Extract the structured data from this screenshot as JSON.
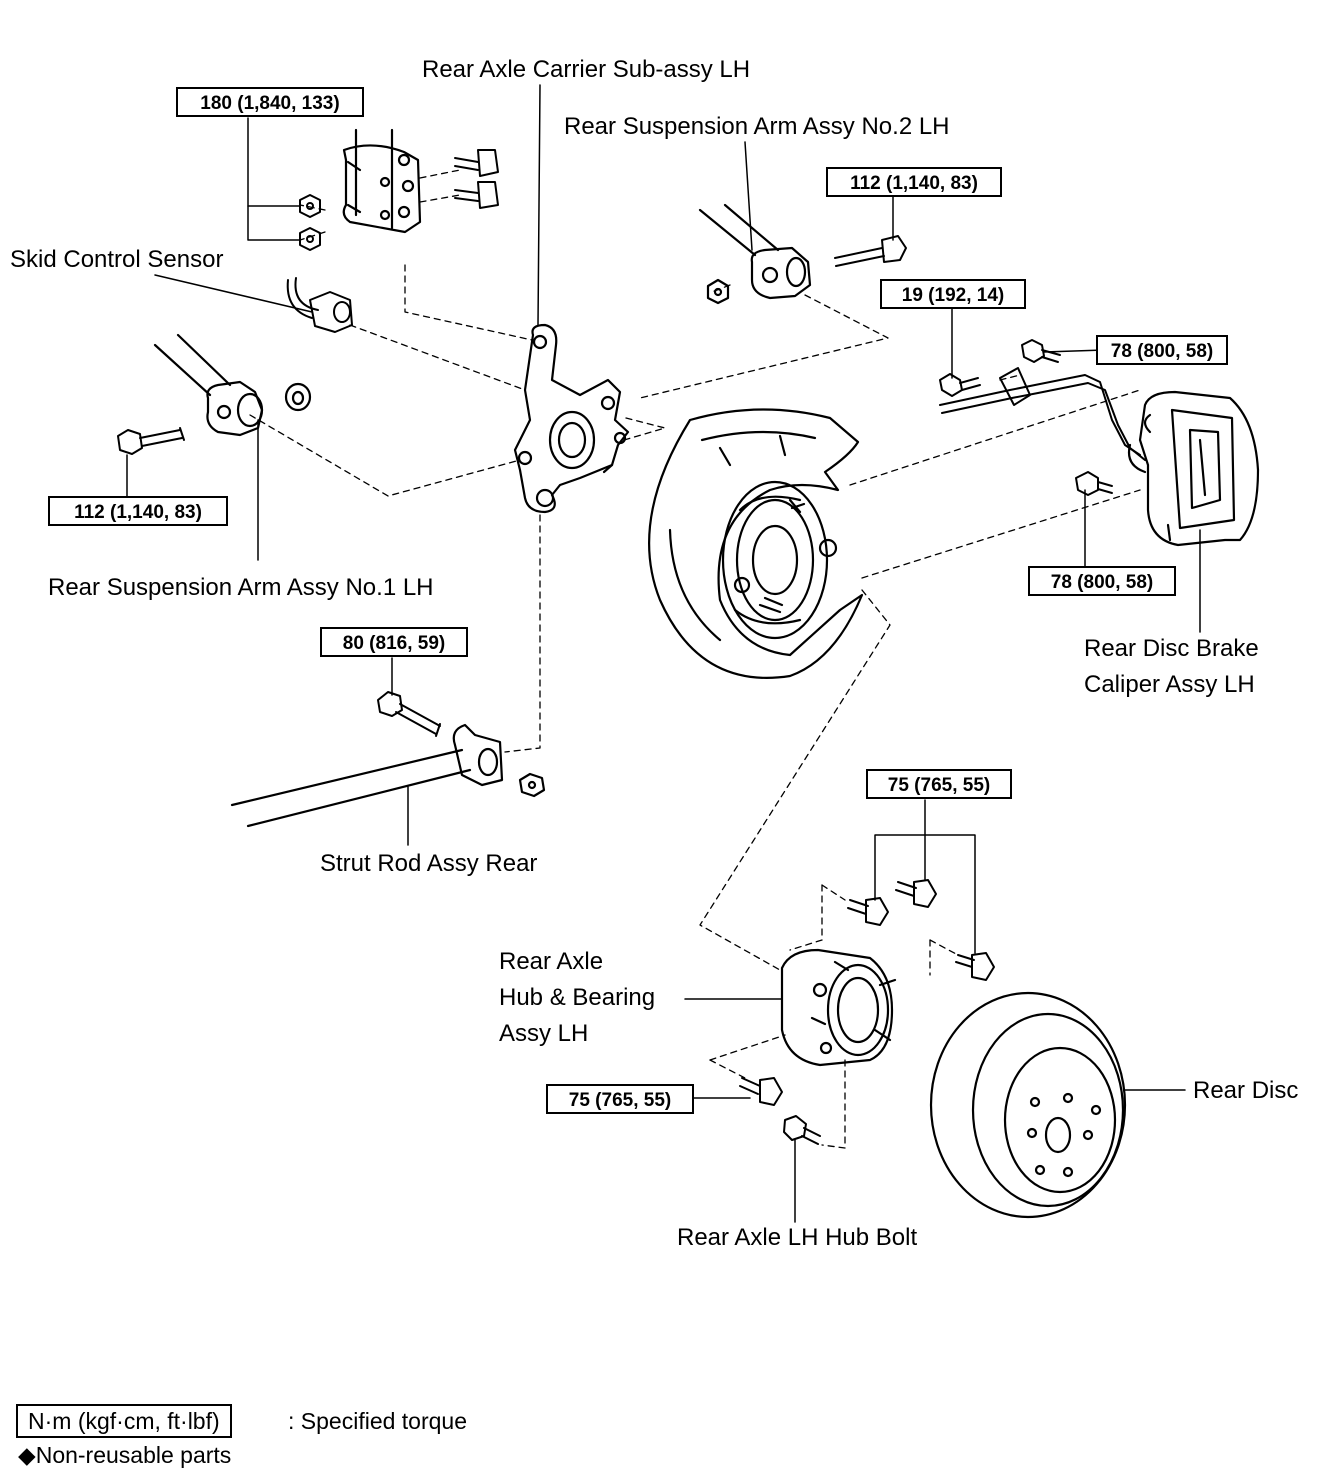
{
  "labels": {
    "carrier": "Rear Axle Carrier Sub-assy LH",
    "arm2": "Rear Suspension Arm Assy No.2 LH",
    "skid_sensor": "Skid Control Sensor",
    "arm1": "Rear Suspension Arm Assy No.1 LH",
    "strut_rod": "Strut Rod Assy Rear",
    "caliper_line1": "Rear Disc Brake",
    "caliper_line2": "Caliper Assy LH",
    "hub_line1": "Rear Axle",
    "hub_line2": "Hub & Bearing",
    "hub_line3": "Assy LH",
    "rear_disc": "Rear Disc",
    "hub_bolt": "Rear Axle LH Hub Bolt"
  },
  "torques": {
    "t180": "180 (1,840, 133)",
    "t112_top": "112 (1,140, 83)",
    "t19": "19 (192, 14)",
    "t78_top": "78 (800, 58)",
    "t112_left": "112 (1,140, 83)",
    "t78_mid": "78 (800, 58)",
    "t80": "80 (816, 59)",
    "t75_top": "75 (765, 55)",
    "t75_bottom": "75 (765, 55)"
  },
  "legend": {
    "unit_box": "N·m (kgf·cm, ft·lbf)",
    "unit_text": ": Specified torque",
    "nonreusable_symbol": "◆",
    "nonreusable_text": "Non-reusable parts"
  }
}
